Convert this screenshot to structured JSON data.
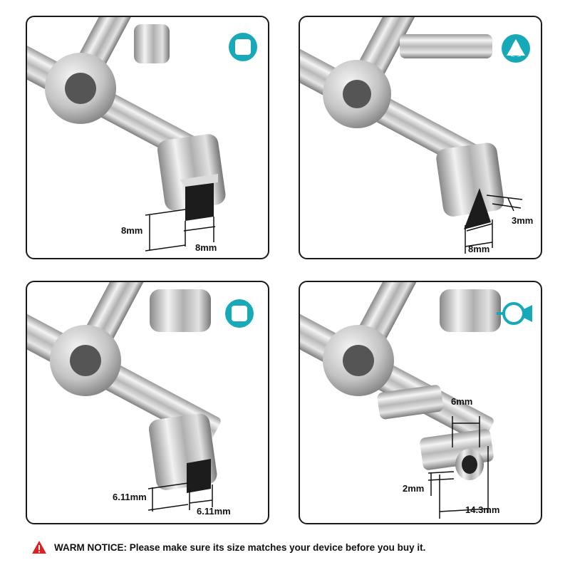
{
  "panels": [
    {
      "shape_icon": "square-icon",
      "dims": [
        "8mm",
        "8mm"
      ]
    },
    {
      "shape_icon": "triangle-icon",
      "dims": [
        "3mm",
        "8mm"
      ]
    },
    {
      "shape_icon": "square-icon",
      "dims": [
        "6.11mm",
        "6.11mm"
      ]
    },
    {
      "shape_icon": "double-bit-icon",
      "dims": [
        "6mm",
        "2mm",
        "14.3mm"
      ]
    }
  ],
  "notice": {
    "text": "WARM NOTICE: Please make sure its size matches your device before you buy it."
  },
  "colors": {
    "accent": "#17a9b8",
    "warning": "#e02020",
    "border": "#1a1a1a"
  }
}
